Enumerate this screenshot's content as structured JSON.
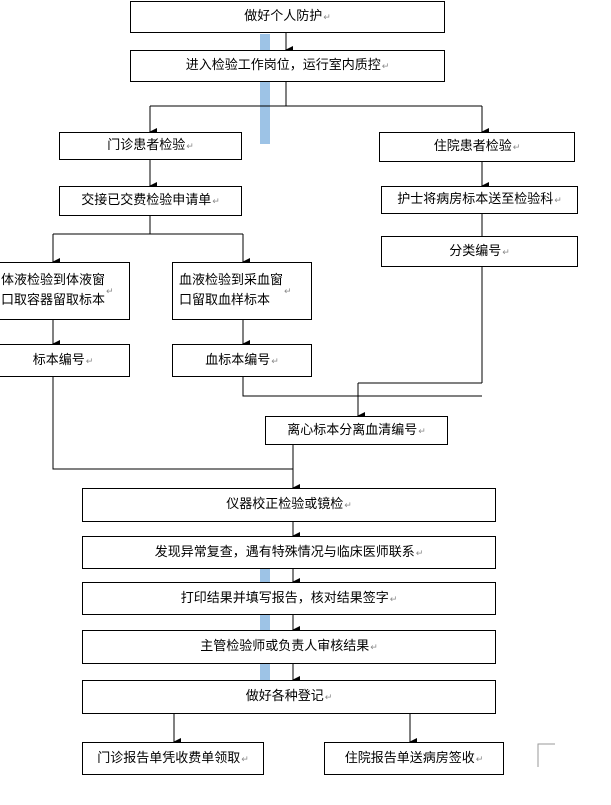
{
  "paragraph_mark": "↵",
  "nodes": {
    "protect": "做好个人防护",
    "enter": "进入检验工作岗位，运行室内质控",
    "outpatient": "门诊患者检验",
    "inpatient": "住院患者检验",
    "handover": "交接已交费检验申请单",
    "nurse_send": "护士将病房标本送至检验科",
    "classify": "分类编号",
    "body_fluid": "体液检验到体液窗\n口取容器留取标本",
    "blood": "血液检验到采血窗\n口留取血样标本",
    "sample_no": "标本编号",
    "blood_no": "血标本编号",
    "centrifuge": "离心标本分离血清编号",
    "calibrate": "仪器校正检验或镜检",
    "abnormal": "发现异常复查，遇有特殊情况与临床医师联系",
    "print": "打印结果并填写报告，核对结果签字",
    "review": "主管检验师或负责人审核结果",
    "register": "做好各种登记",
    "out_report": "门诊报告单凭收费单领取",
    "in_report": "住院报告单送病房签收"
  },
  "colors": {
    "line": "#000000",
    "highlight_bar": "#9dc3e6",
    "mark": "#8a8a8a"
  }
}
